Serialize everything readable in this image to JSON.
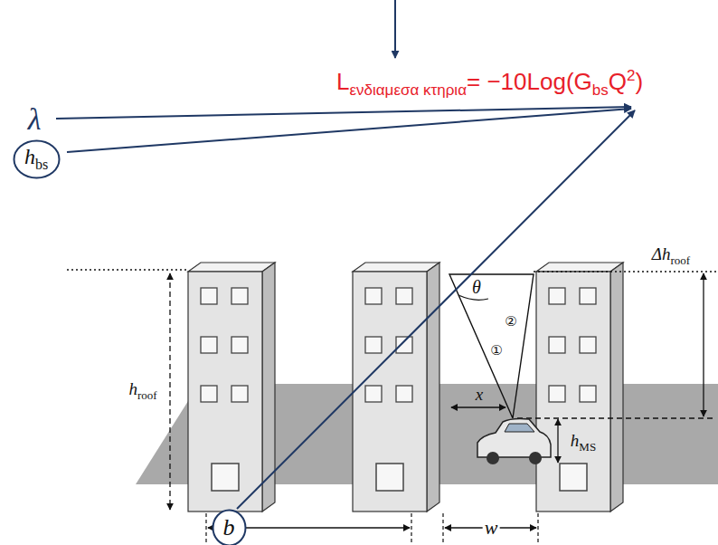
{
  "diagram": {
    "nodes": [
      {
        "text": [
          "h",
          "bs"
        ]
      },
      {
        "text": [
          "b"
        ]
      }
    ],
    "labels": [
      "L",
      "ενδιαμεσα κτηρια",
      "= −10Log(G",
      "bs",
      "Q",
      "2",
      ")",
      "λ",
      "h",
      "roof",
      "Δh",
      "roof",
      "θ",
      "①",
      "②",
      "x",
      "h",
      "MS",
      "w"
    ]
  }
}
